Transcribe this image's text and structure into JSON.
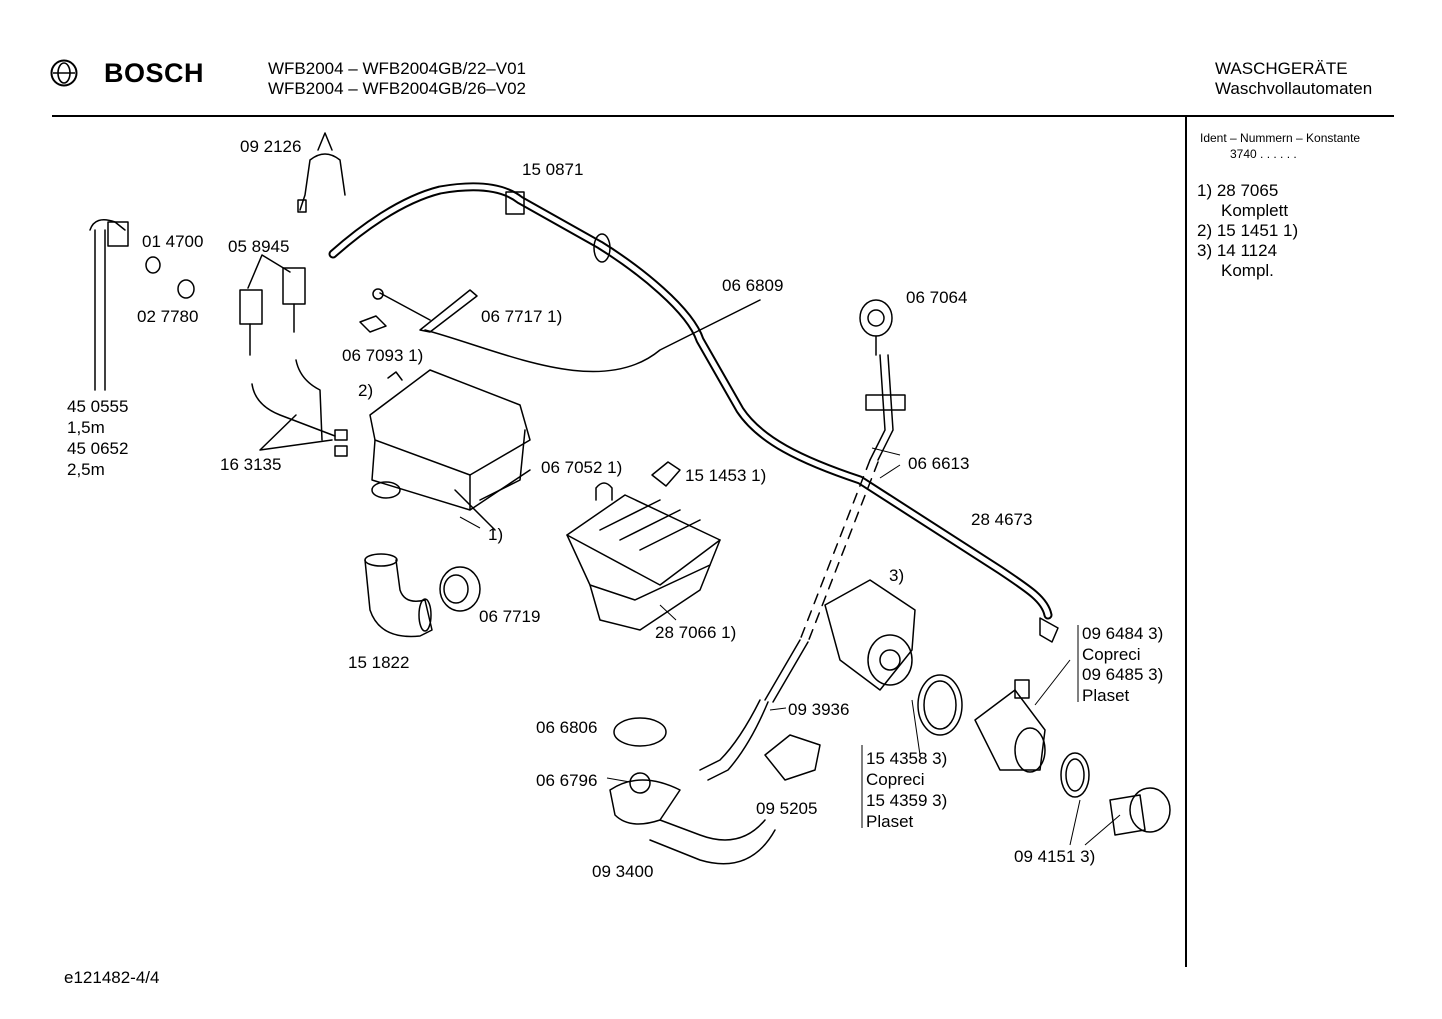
{
  "header": {
    "brand": "BOSCH",
    "model_line_1": "WFB2004 – WFB2004GB/22–V01",
    "model_line_2": "WFB2004 – WFB2004GB/26–V02",
    "category_1": "WASCHGERÄTE",
    "category_2": "Waschvollautomaten",
    "logo_icon": "bosch-armature-icon"
  },
  "sidebar": {
    "ident_title": "Ident – Nummern – Konstante",
    "ident_value": "3740 . . . . . .",
    "notes": [
      "1) 28 7065",
      "    Komplett",
      "2) 15 1451 1)",
      "3) 14 1124",
      "    Kompl."
    ]
  },
  "parts": [
    {
      "id": "p1",
      "text": "09 2126"
    },
    {
      "id": "p2",
      "text": "15 0871"
    },
    {
      "id": "p3",
      "text": "01 4700"
    },
    {
      "id": "p4",
      "text": "05 8945"
    },
    {
      "id": "p5",
      "text": "02 7780"
    },
    {
      "id": "p6",
      "text": "06 6809"
    },
    {
      "id": "p7",
      "text": "06 7717  1)"
    },
    {
      "id": "p8",
      "text": "06 7064"
    },
    {
      "id": "p9",
      "text": "06 7093  1)"
    },
    {
      "id": "p10",
      "text": "2)"
    },
    {
      "id": "p11",
      "text": "45 0555"
    },
    {
      "id": "p12",
      "text": "1,5m"
    },
    {
      "id": "p13",
      "text": "45 0652"
    },
    {
      "id": "p14",
      "text": "2,5m"
    },
    {
      "id": "p15",
      "text": "16 3135"
    },
    {
      "id": "p16",
      "text": "06 6613"
    },
    {
      "id": "p17",
      "text": "06 7052  1)"
    },
    {
      "id": "p18",
      "text": "15 1453  1)"
    },
    {
      "id": "p19",
      "text": "1)"
    },
    {
      "id": "p20",
      "text": "28 4673"
    },
    {
      "id": "p21",
      "text": "3)"
    },
    {
      "id": "p22",
      "text": "06 7719"
    },
    {
      "id": "p23",
      "text": "28 7066  1)"
    },
    {
      "id": "p24",
      "text": "15 1822"
    },
    {
      "id": "p25",
      "text": "09 6484 3)"
    },
    {
      "id": "p26",
      "text": "Copreci"
    },
    {
      "id": "p27",
      "text": "09 6485 3)"
    },
    {
      "id": "p28",
      "text": "Plaset"
    },
    {
      "id": "p29",
      "text": "09 3936"
    },
    {
      "id": "p30",
      "text": "06 6806"
    },
    {
      "id": "p31",
      "text": "15 4358 3)"
    },
    {
      "id": "p32",
      "text": "Copreci"
    },
    {
      "id": "p33",
      "text": "15 4359 3)"
    },
    {
      "id": "p34",
      "text": "Plaset"
    },
    {
      "id": "p35",
      "text": "06 6796"
    },
    {
      "id": "p36",
      "text": "09 5205"
    },
    {
      "id": "p37",
      "text": "09 4151 3)"
    },
    {
      "id": "p38",
      "text": "09 3400"
    }
  ],
  "footer": {
    "code": "e121482-4/4"
  }
}
